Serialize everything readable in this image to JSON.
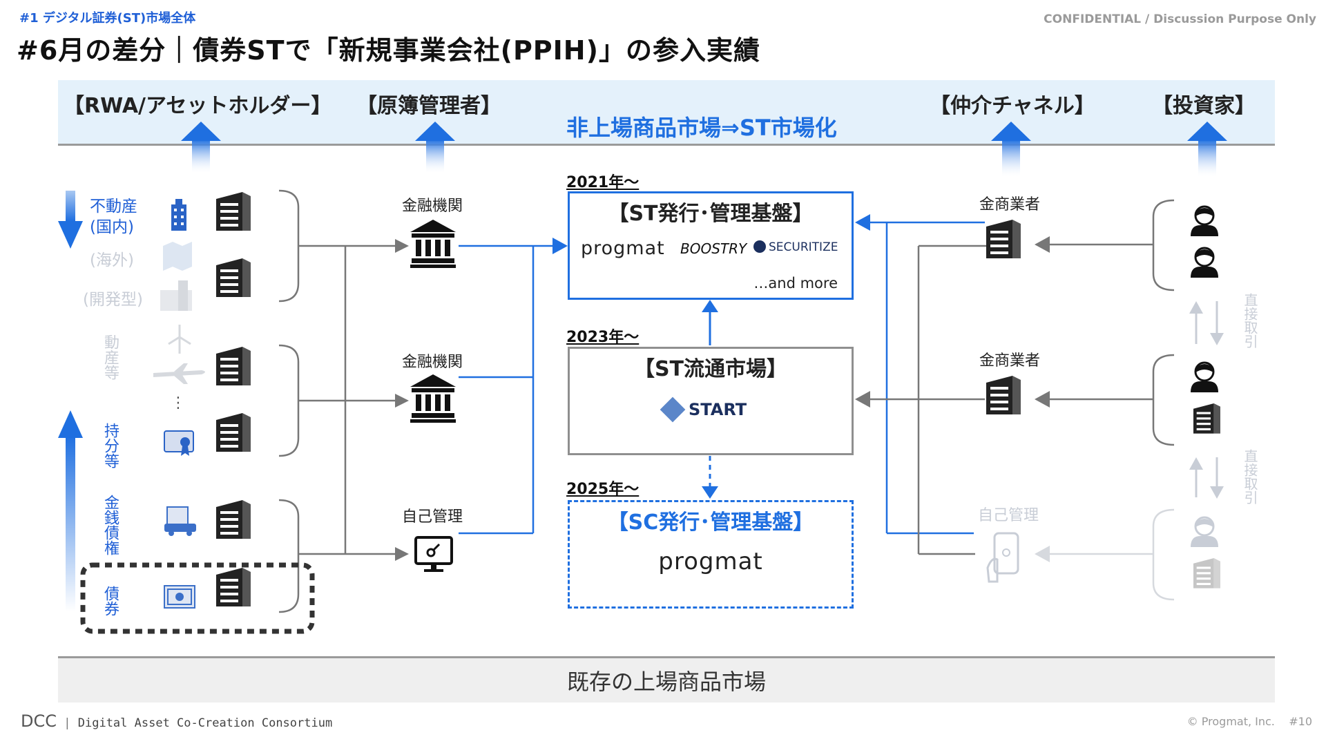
{
  "header": {
    "section_tag": "#1 デジタル証券(ST)市場全体",
    "confidential": "CONFIDENTIAL / Discussion Purpose Only",
    "title": "#6月の差分｜債券STで「新規事業会社(PPIH)」の参入実績"
  },
  "roles": {
    "rwa": "【RWA/アセットホルダー】",
    "registrar": "【原簿管理者】",
    "channel": "【仲介チャネル】",
    "investor": "【投資家】"
  },
  "unlisted_market": "非上場商品市場⇒ST市場化",
  "listed_market": "既存の上場商品市場",
  "assets": {
    "real_estate": "不動産",
    "domestic": "(国内)",
    "overseas": "(海外)",
    "development": "(開発型)",
    "movables": "動産等",
    "equity": "持分等",
    "receivables": "金銭債権",
    "bonds": "債券",
    "ellipsis": "⋮"
  },
  "registrars": {
    "fi_1": "金融機関",
    "fi_2": "金融機関",
    "self": "自己管理"
  },
  "platforms": {
    "issuance": {
      "year": "2021年～",
      "title": "【ST発行･管理基盤】",
      "logos": [
        "progmat",
        "BOOSTRY",
        "SECURITIZE"
      ],
      "more": "…and more"
    },
    "secondary": {
      "year": "2023年～",
      "title": "【ST流通市場】",
      "logo": "START"
    },
    "sc": {
      "year": "2025年～",
      "title": "【SC発行･管理基盤】",
      "logo": "progmat"
    }
  },
  "channels": {
    "broker_1": "金商業者",
    "broker_2": "金商業者",
    "self": "自己管理"
  },
  "direct_trade": "直接取引",
  "footer": {
    "org_short": "DCC",
    "org_full": "Digital Asset Co-Creation Consortium",
    "copyright": "© Progmat, Inc.",
    "page": "#10"
  },
  "colors": {
    "accent_blue": "#1f6fe0",
    "band_blue": "#e4f1fb",
    "gray_line": "#8f8f8f",
    "faded": "#c8cdd6"
  },
  "icons": [
    "building-icon",
    "bank-icon",
    "monitor-key-icon",
    "person-icon",
    "phone-hand-icon",
    "wind-turbine-icon",
    "airplane-icon",
    "certificate-icon",
    "truck-icon",
    "bond-certificate-icon"
  ]
}
